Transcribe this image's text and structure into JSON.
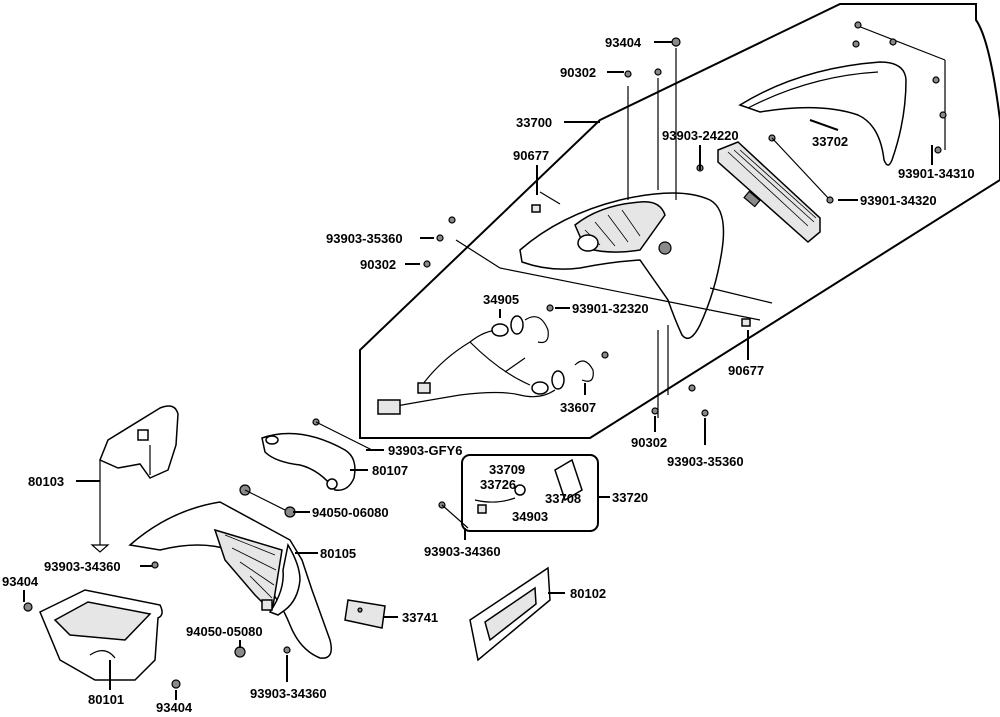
{
  "labels": {
    "p93404_top": "93404",
    "p90302_top": "90302",
    "p33700": "33700",
    "p93903_24220": "93903-24220",
    "p33702": "33702",
    "p90677_top": "90677",
    "p93901_34310": "93901-34310",
    "p93901_34320": "93901-34320",
    "p93903_35360_left": "93903-35360",
    "p90302_left": "90302",
    "p34905": "34905",
    "p93901_32320": "93901-32320",
    "p90677_right": "90677",
    "p33607": "33607",
    "p90302_bottom": "90302",
    "p93903_35360_right": "93903-35360",
    "p93903_GFY6": "93903-GFY6",
    "p80107": "80107",
    "p80103": "80103",
    "p33709": "33709",
    "p33726": "33726",
    "p33708": "33708",
    "p33720": "33720",
    "p34903": "34903",
    "p94050_06080": "94050-06080",
    "p93903_34360_left": "93903-34360",
    "p93903_34360_mid": "93903-34360",
    "p80105": "80105",
    "p93404_left": "93404",
    "p80102": "80102",
    "p33741": "33741",
    "p94050_05080": "94050-05080",
    "p93903_34360_bottom": "93903-34360",
    "p80101": "80101",
    "p93404_bottom": "93404"
  },
  "icons": {
    "screw": "screw-icon",
    "bolt": "bolt-icon",
    "bulb": "bulb-icon",
    "clip": "clip-icon"
  }
}
